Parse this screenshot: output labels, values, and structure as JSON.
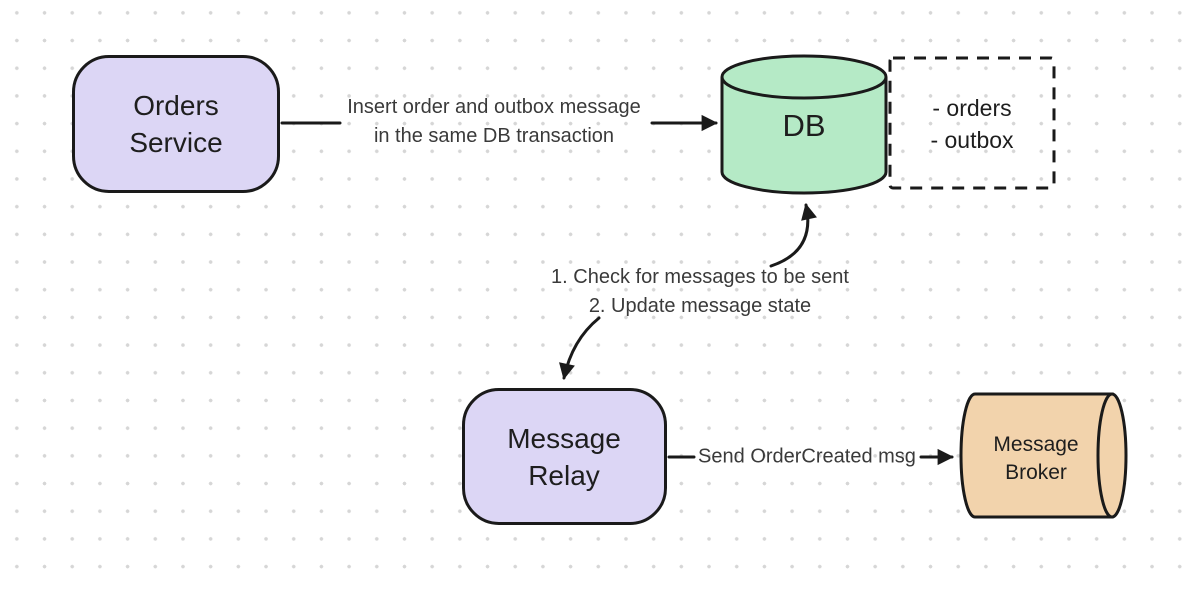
{
  "diagram": {
    "nodes": {
      "orders_service": {
        "label": "Orders\nService"
      },
      "db": {
        "label": "DB"
      },
      "db_tables": {
        "label": "- orders\n- outbox"
      },
      "message_relay": {
        "label": "Message\nRelay"
      },
      "message_broker": {
        "label": "Message\nBroker"
      }
    },
    "edges": {
      "insert": {
        "label": "Insert order and outbox message\nin the same DB transaction"
      },
      "poll": {
        "label": "1. Check for messages to be sent\n2. Update message state"
      },
      "send": {
        "label": "Send OrderCreated msg"
      }
    },
    "colors": {
      "node_fill_purple": "#dcd6f5",
      "db_fill_green": "#b5eac6",
      "broker_fill_orange": "#f2d3ac",
      "stroke": "#1a1a1a",
      "edge_label_text": "#3a3a3a",
      "grid_dot": "#d6d6d6",
      "background": "#ffffff"
    }
  }
}
